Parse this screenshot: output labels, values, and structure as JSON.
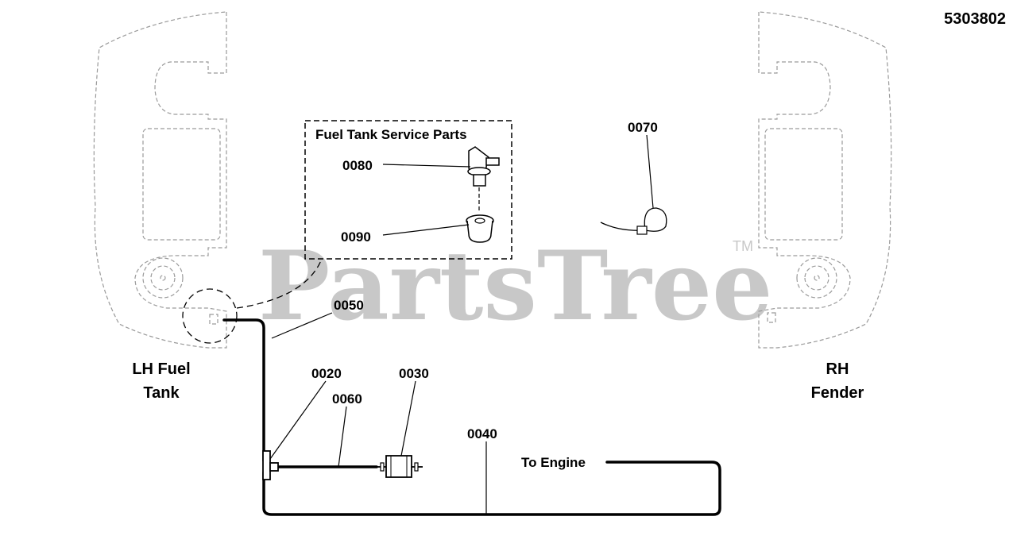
{
  "diagram": {
    "part_number": "5303802",
    "watermark": "PartsTree",
    "watermark_tm": "TM",
    "service_box_title": "Fuel Tank Service Parts",
    "labels": {
      "lh_tank_line1": "LH Fuel",
      "lh_tank_line2": "Tank",
      "rh_fender_line1": "RH",
      "rh_fender_line2": "Fender",
      "to_engine": "To Engine"
    },
    "callouts": {
      "p0020": "0020",
      "p0030": "0030",
      "p0040": "0040",
      "p0050": "0050",
      "p0060": "0060",
      "p0070": "0070",
      "p0080": "0080",
      "p0090": "0090"
    }
  }
}
